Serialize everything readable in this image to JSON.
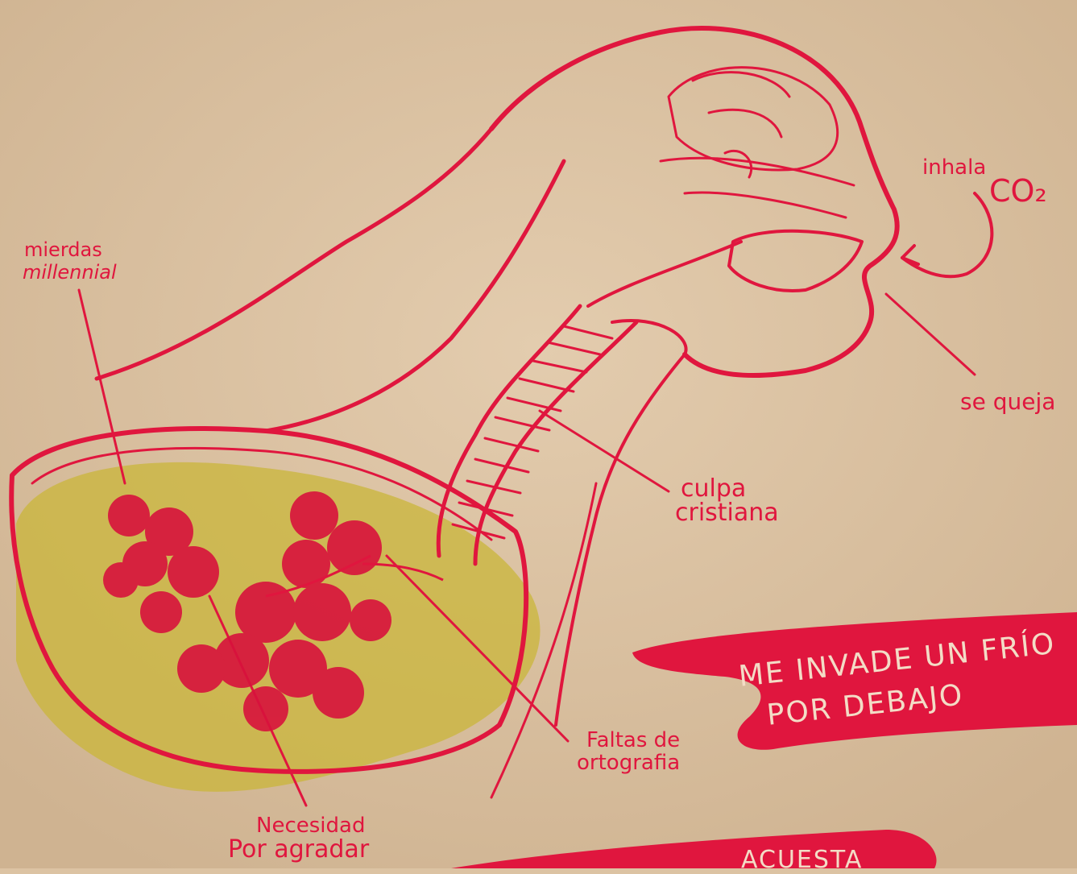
{
  "colors": {
    "paper": "#dcc3a3",
    "ink_red": "#e0163e",
    "lung_yellow": "#c9b53a",
    "banner_text": "#f3dcc6"
  },
  "labels": {
    "mierdas": "mierdas",
    "millennial": "millennial",
    "inhala": "inhala",
    "co2": "CO₂",
    "se_queja": "se queja",
    "culpa": "culpa",
    "cristiana": "cristiana",
    "faltas_de": "Faltas de",
    "ortografia": "ortografia",
    "necesidad": "Necesidad",
    "por_agradar": "Por agradar"
  },
  "banners": {
    "line1": "ME INVADE UN FRÍO",
    "line2": "POR DEBAJO",
    "partial": "ACUESTA"
  }
}
